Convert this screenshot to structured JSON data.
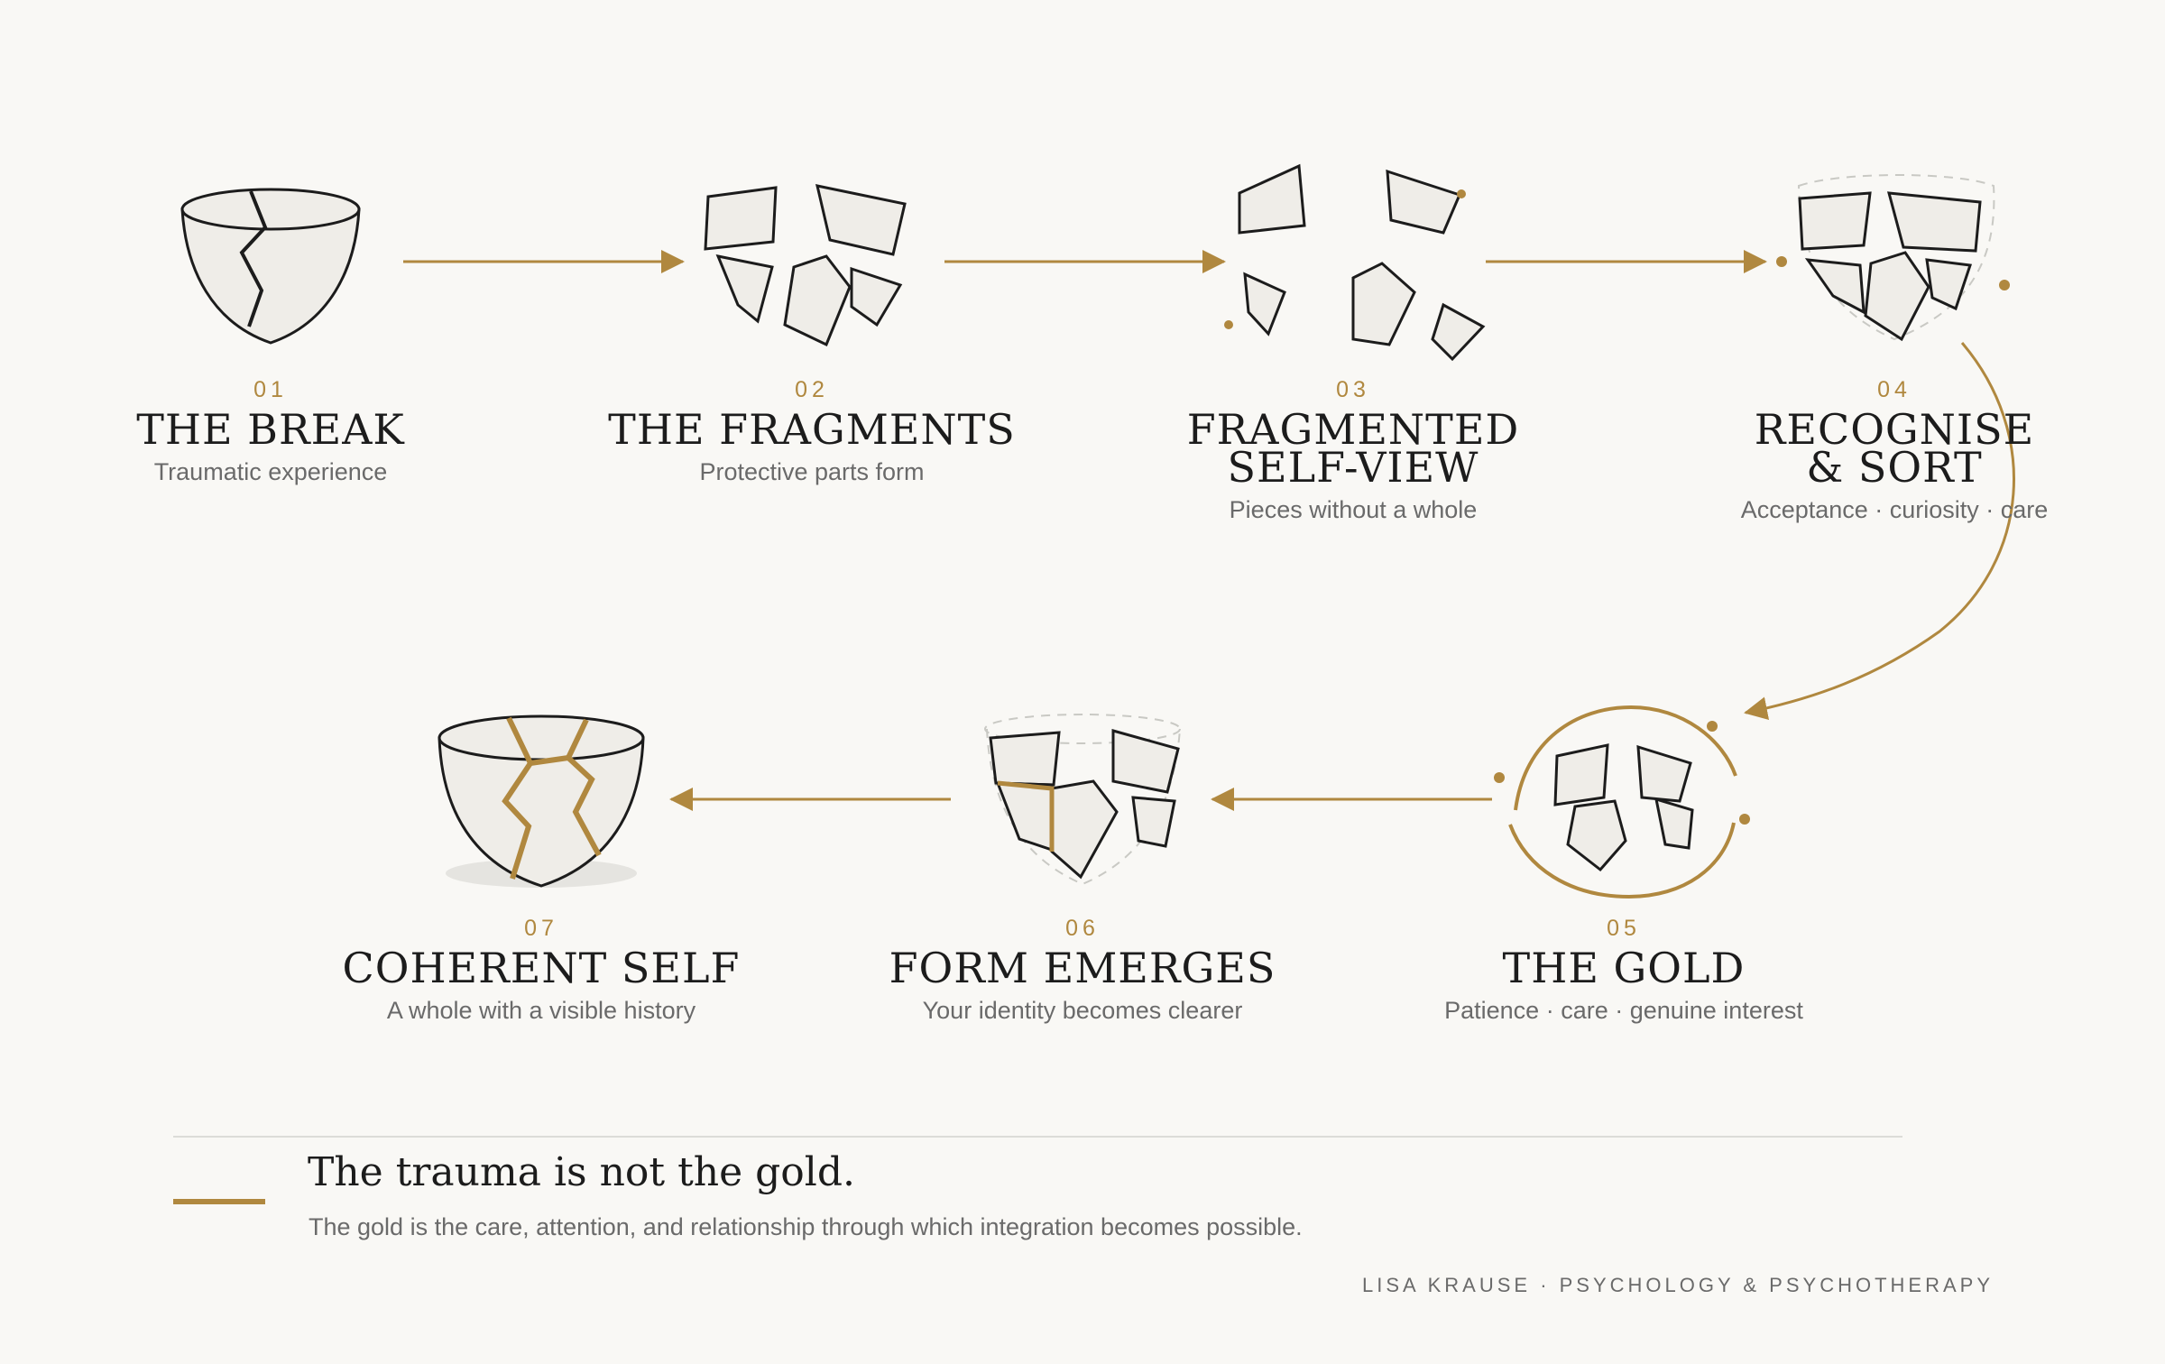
{
  "stages": [
    {
      "num": "01",
      "title": "THE BREAK",
      "subtitle": "Traumatic experience"
    },
    {
      "num": "02",
      "title": "THE FRAGMENTS",
      "subtitle": "Protective parts form"
    },
    {
      "num": "03",
      "title_line1": "FRAGMENTED",
      "title_line2": "SELF-VIEW",
      "subtitle": "Pieces without a whole"
    },
    {
      "num": "04",
      "title_line1": "RECOGNISE",
      "title_line2": "& SORT",
      "subtitle": "Acceptance · curiosity · care"
    },
    {
      "num": "05",
      "title": "THE GOLD",
      "subtitle": "Patience · care · genuine interest"
    },
    {
      "num": "06",
      "title": "FORM EMERGES",
      "subtitle": "Your identity becomes clearer"
    },
    {
      "num": "07",
      "title": "COHERENT SELF",
      "subtitle": "A whole with a visible history"
    }
  ],
  "tagline": {
    "title": "The trauma is not the gold.",
    "subtitle": "The gold is the care, attention, and relationship through which integration becomes possible."
  },
  "credit": "LISA KRAUSE · PSYCHOLOGY & PSYCHOTHERAPY",
  "colors": {
    "gold": "#b0883f",
    "ink": "#1c1c1c",
    "fill": "#efede8",
    "muted": "#6a6a6a",
    "background": "#f9f8f5"
  },
  "icons": [
    "cracked-bowl-icon",
    "fragments-icon",
    "scattered-fragments-icon",
    "sorting-fragments-icon",
    "gold-ring-fragments-icon",
    "emerging-form-icon",
    "kintsugi-bowl-icon"
  ]
}
